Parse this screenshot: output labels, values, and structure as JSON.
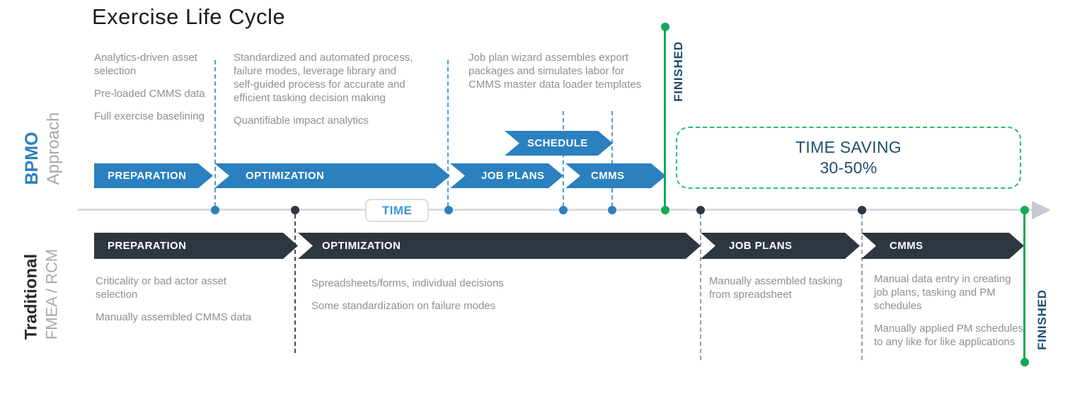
{
  "title": "Exercise Life Cycle",
  "bpmo": {
    "label": "BPMO",
    "sublabel": "Approach",
    "stages": [
      "PREPARATION",
      "OPTIMIZATION",
      "JOB PLANS",
      "CMMS"
    ],
    "schedule_label": "SCHEDULE",
    "notes": [
      [
        "Analytics-driven asset selection",
        "Pre-loaded CMMS data",
        "Full exercise baselining"
      ],
      [
        "Standardized and automated process, failure modes, leverage library and self-guided process for accurate and efficient tasking decision making",
        "Quantifiable impact analytics"
      ],
      [
        "Job plan wizard assembles export packages and simulates labor for CMMS master data loader templates"
      ]
    ],
    "finished_label": "FINISHED",
    "time_saving_line1": "TIME SAVING",
    "time_saving_line2": "30-50%"
  },
  "timeline": {
    "time_label": "TIME"
  },
  "traditional": {
    "label": "Traditional",
    "sublabel": "FMEA / RCM",
    "stages": [
      "PREPARATION",
      "OPTIMIZATION",
      "JOB PLANS",
      "CMMS"
    ],
    "notes": [
      [
        "Criticality or bad actor asset selection",
        "Manually assembled CMMS data"
      ],
      [
        "Spreadsheets/forms, individual decisions",
        "Some standardization on failure modes"
      ],
      [
        "Manually assembled tasking from spreadsheet"
      ],
      [
        "Manual data entry in creating job plans, tasking and PM schedules",
        "Manually applied PM schedules to any like for like applications"
      ]
    ],
    "finished_label": "FINISHED"
  },
  "colors": {
    "arrow_blue": "#2b80c0",
    "arrow_charcoal": "#2e3640",
    "finished_green": "#10ab52",
    "saving_box_green": "#25c167",
    "navy_text": "#1d4e6e",
    "note_gray": "#8f8f8f",
    "timeline_gray": "#d9dbe1"
  }
}
